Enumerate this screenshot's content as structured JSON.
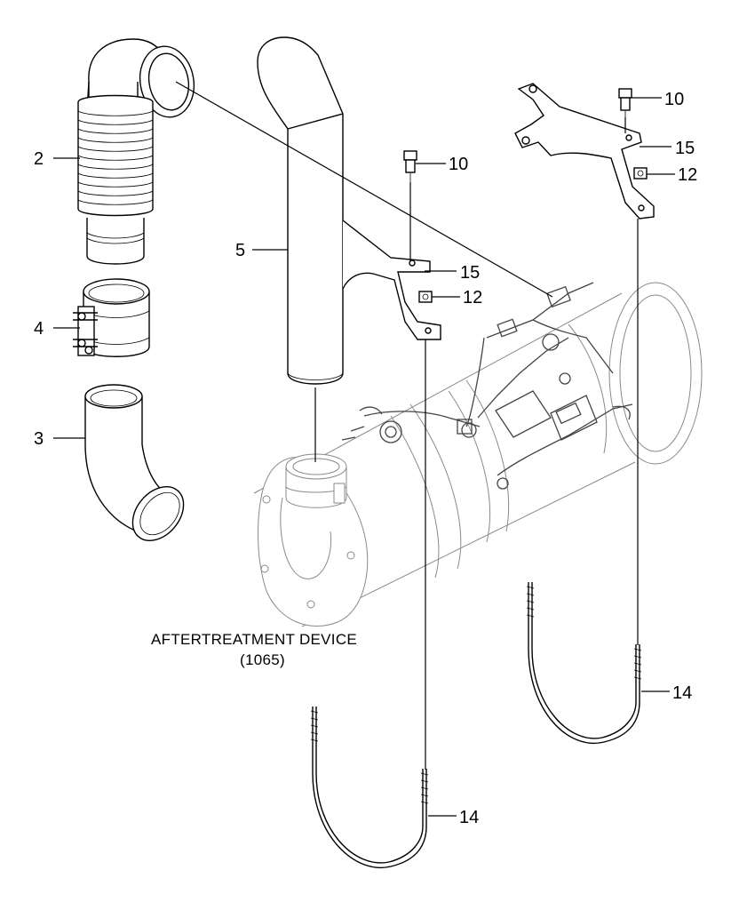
{
  "callouts": {
    "c2": "2",
    "c4": "4",
    "c3": "3",
    "c5": "5",
    "c10a": "10",
    "c15a": "15",
    "c12a": "12",
    "c10b": "10",
    "c15b": "15",
    "c12b": "12",
    "c14a": "14",
    "c14b": "14"
  },
  "caption": {
    "line1": "AFTERTREATMENT DEVICE",
    "line2": "(1065)"
  }
}
